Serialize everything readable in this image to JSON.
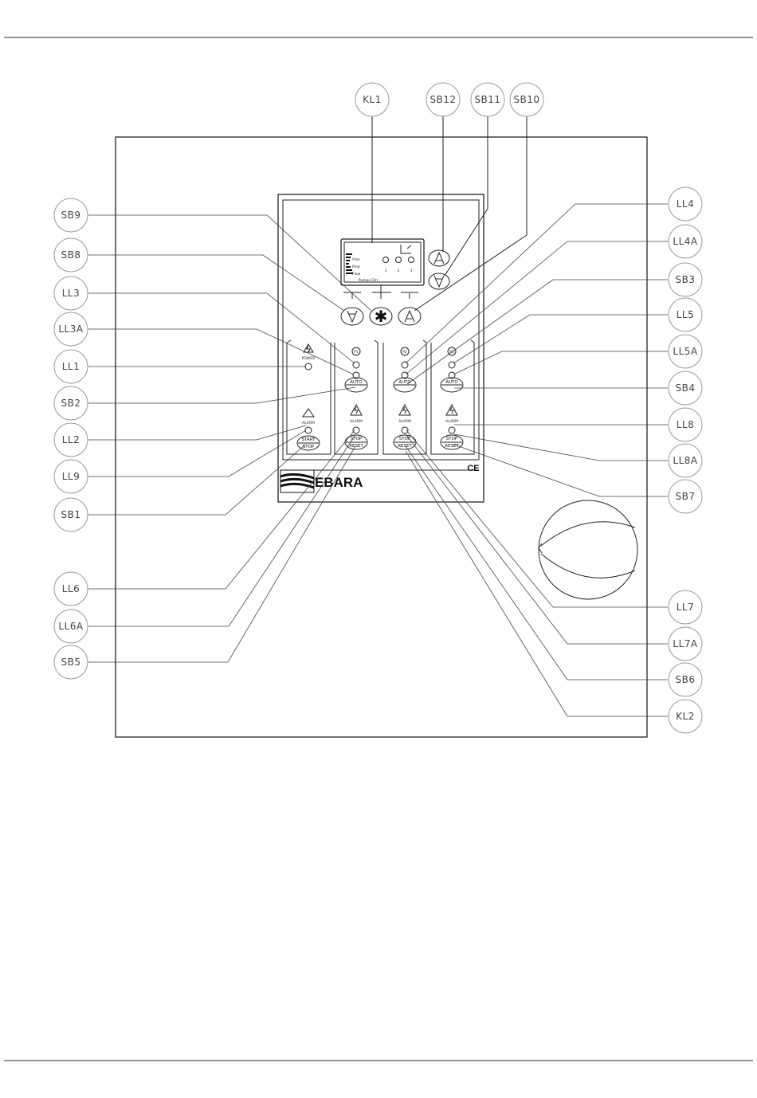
{
  "callouts": {
    "KL1": "KL1",
    "SB12": "SB12",
    "SB11": "SB11",
    "SB10": "SB10",
    "SB9": "SB9",
    "SB8": "SB8",
    "LL3": "LL3",
    "LL3A": "LL3A",
    "LL1": "LL1",
    "SB2": "SB2",
    "LL2": "LL2",
    "LL9": "LL9",
    "SB1": "SB1",
    "LL6": "LL6",
    "LL6A": "LL6A",
    "SB5": "SB5",
    "LL4": "LL4",
    "LL4A": "LL4A",
    "SB3": "SB3",
    "LL5": "LL5",
    "LL5A": "LL5A",
    "SB4": "SB4",
    "LL8": "LL8",
    "LL8A": "LL8A",
    "SB7": "SB7",
    "LL7": "LL7",
    "LL7A": "LL7A",
    "SB6": "SB6",
    "KL2": "KL2"
  },
  "panel": {
    "brand": "EBARA",
    "ce_mark": "CE",
    "display_bottom": "Pumps Ctrl",
    "display_rows": [
      "Pres",
      "Pmp",
      "Flow"
    ],
    "display_numbers": [
      "1",
      "2",
      "3"
    ],
    "power_label": "POWER",
    "alarm_label": "ALARM",
    "auto_label": "AUTO",
    "stop_label": "STOP",
    "start_label": "START",
    "reset_label": "RESET",
    "p1": "P1",
    "p2": "P2",
    "p3": "P3"
  },
  "icons": [
    "up-arrow-icon",
    "down-arrow-icon",
    "asterisk-icon",
    "lightning-warning-icon",
    "warning-triangle-icon",
    "ebara-logo-icon",
    "ce-mark-icon"
  ]
}
